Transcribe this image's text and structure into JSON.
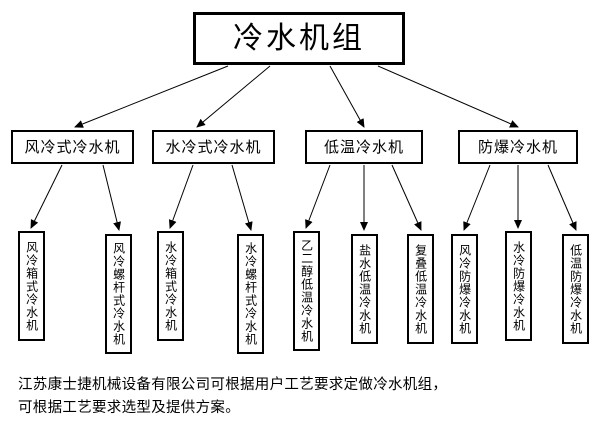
{
  "diagram": {
    "title": "冷水机组",
    "root": {
      "label": "冷水机组"
    },
    "categories": [
      {
        "label": "风冷式冷水机"
      },
      {
        "label": "水冷式冷水机"
      },
      {
        "label": "低温冷水机"
      },
      {
        "label": "防爆冷水机"
      }
    ],
    "leaves": [
      {
        "label": "风冷箱式冷水机",
        "parent": "风冷式冷水机"
      },
      {
        "label": "风冷螺杆式冷水机",
        "parent": "风冷式冷水机"
      },
      {
        "label": "水冷箱式冷水机",
        "parent": "水冷式冷水机"
      },
      {
        "label": "水冷螺杆式冷水机",
        "parent": "水冷式冷水机"
      },
      {
        "label": "乙二醇低温冷水机",
        "parent": "低温冷水机"
      },
      {
        "label": "盐水低温冷水机",
        "parent": "低温冷水机"
      },
      {
        "label": "复叠低温冷水机",
        "parent": "低温冷水机"
      },
      {
        "label": "风冷防爆冷水机",
        "parent": "防爆冷水机"
      },
      {
        "label": "水冷防爆冷水机",
        "parent": "防爆冷水机"
      },
      {
        "label": "低温防爆冷水机",
        "parent": "防爆冷水机"
      }
    ]
  },
  "footer": {
    "line1": "江苏康士捷机械设备有限公司可根据用户工艺要求定做冷水机组，",
    "line2": "可根据工艺要求选型及提供方案。"
  },
  "colors": {
    "background": "#ffffff",
    "stroke": "#000000",
    "text": "#000000"
  }
}
